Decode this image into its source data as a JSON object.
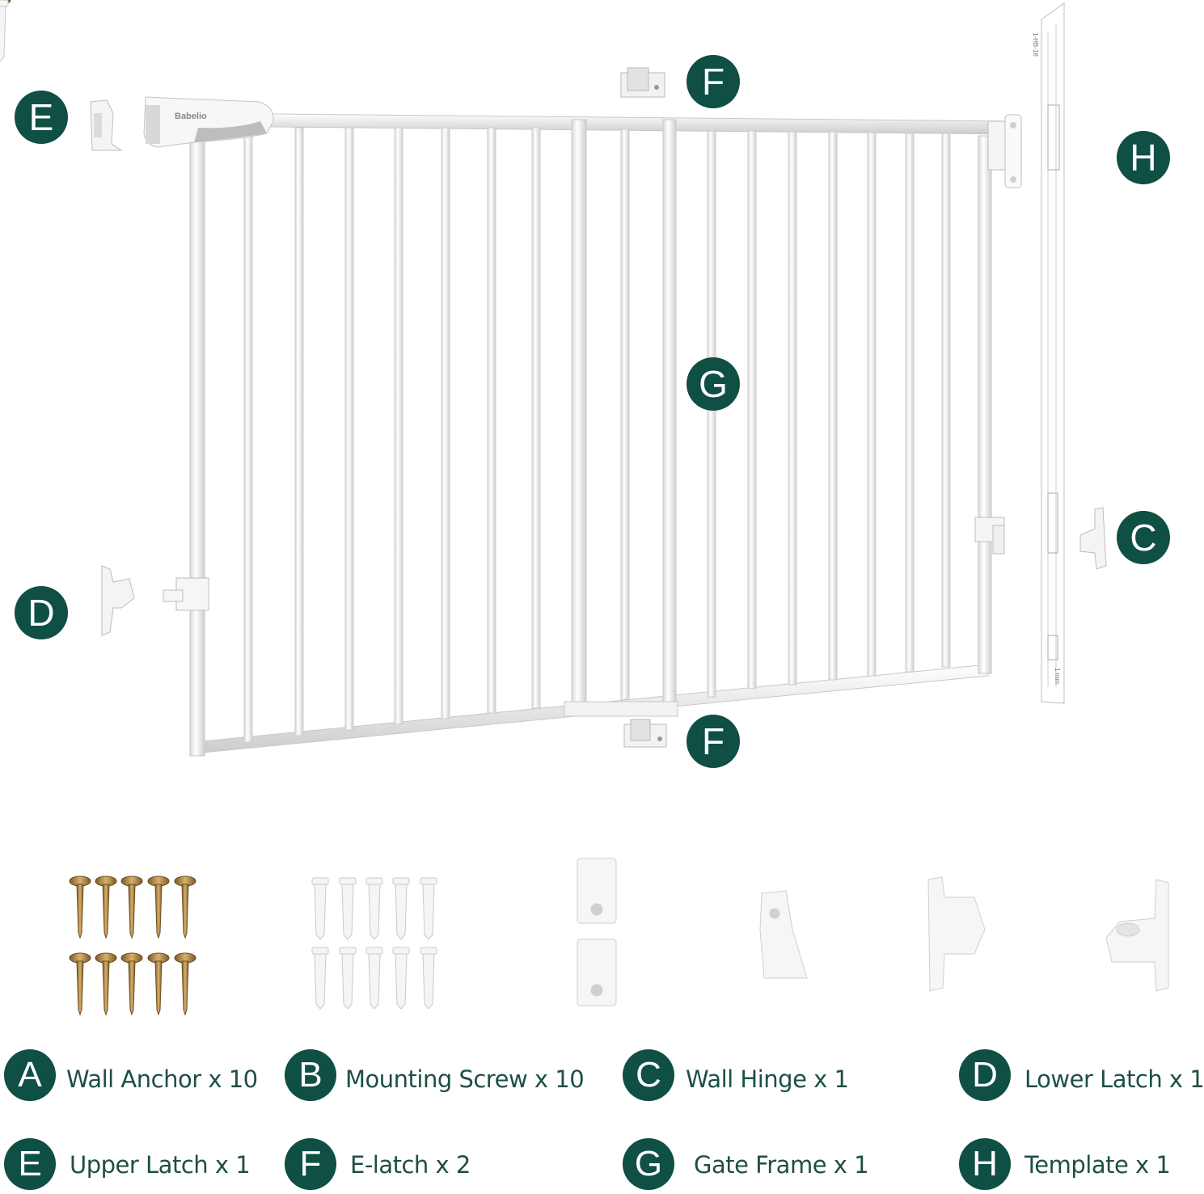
{
  "brand": {
    "logo_text": "Babelio"
  },
  "template_sheet": {
    "top_text": "1-HB-18",
    "bottom_text": "1 mm"
  },
  "colors": {
    "badge": "#0f4f44",
    "label_text": "#1e4f47",
    "gate": "#ffffff"
  },
  "callouts": {
    "e": "E",
    "f_top": "F",
    "h": "H",
    "g": "G",
    "c": "C",
    "d": "D",
    "f_bottom": "F"
  },
  "legend": [
    {
      "letter": "A",
      "label": "Wall Anchor x 10"
    },
    {
      "letter": "B",
      "label": "Mounting Screw x 10"
    },
    {
      "letter": "C",
      "label": "Wall Hinge x 1"
    },
    {
      "letter": "D",
      "label": "Lower Latch x 1"
    },
    {
      "letter": "E",
      "label": "Upper Latch x 1"
    },
    {
      "letter": "F",
      "label": "E-latch x 2"
    },
    {
      "letter": "G",
      "label": "Gate Frame x 1"
    },
    {
      "letter": "H",
      "label": "Template x 1"
    }
  ]
}
